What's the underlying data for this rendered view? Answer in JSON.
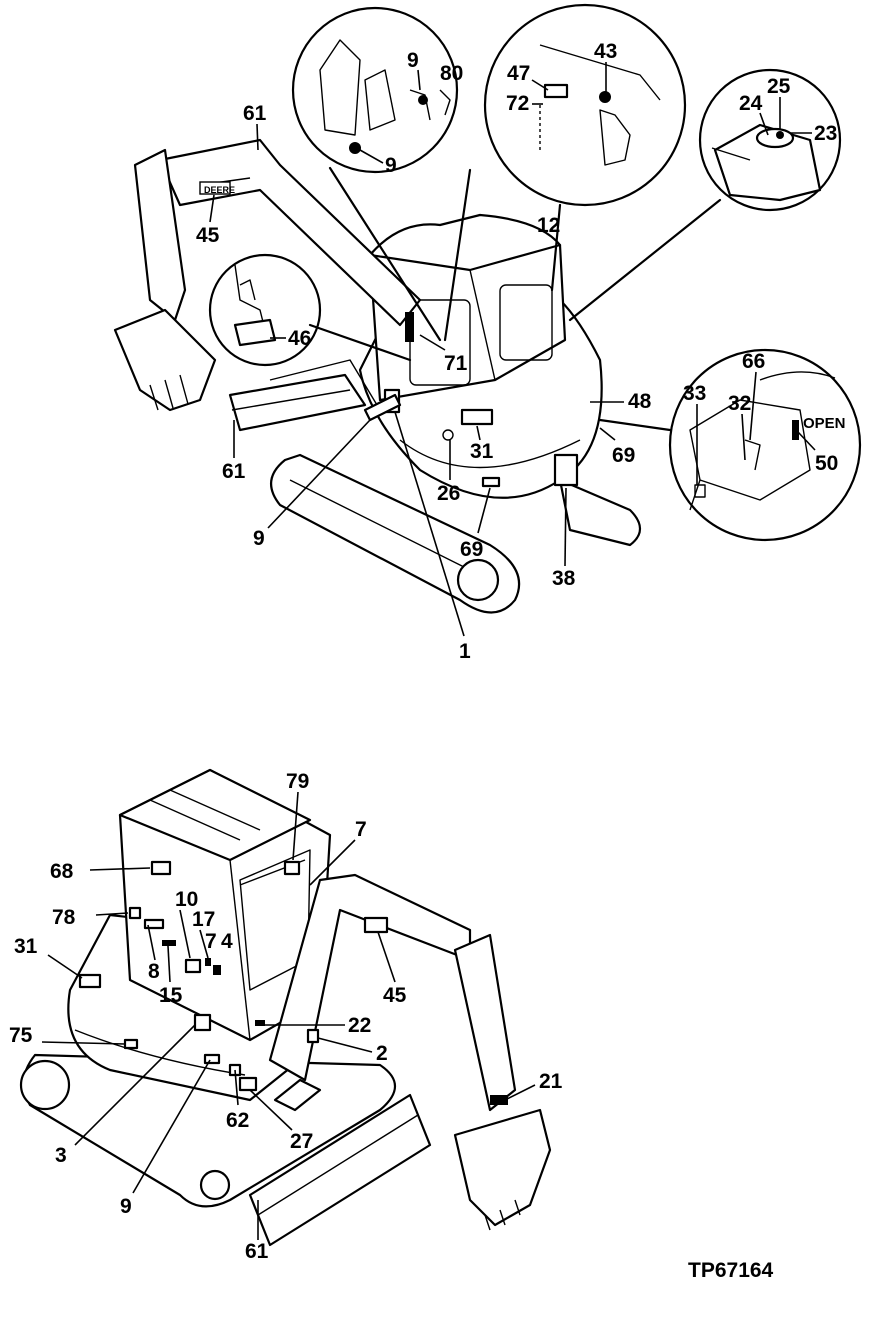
{
  "figure_id": "TP67164",
  "top_view": {
    "callouts": [
      "61",
      "45",
      "9",
      "80",
      "9",
      "47",
      "43",
      "72",
      "12",
      "25",
      "24",
      "23",
      "46",
      "71",
      "61",
      "48",
      "31",
      "69",
      "26",
      "9",
      "69",
      "38",
      "1",
      "66",
      "33",
      "32",
      "50"
    ],
    "machine_text": "DEERE",
    "door_label": "OPEN"
  },
  "bottom_view": {
    "callouts": [
      "79",
      "7",
      "68",
      "10",
      "78",
      "17",
      "7",
      "4",
      "31",
      "8",
      "15",
      "45",
      "22",
      "75",
      "2",
      "21",
      "62",
      "3",
      "27",
      "9",
      "61"
    ]
  }
}
